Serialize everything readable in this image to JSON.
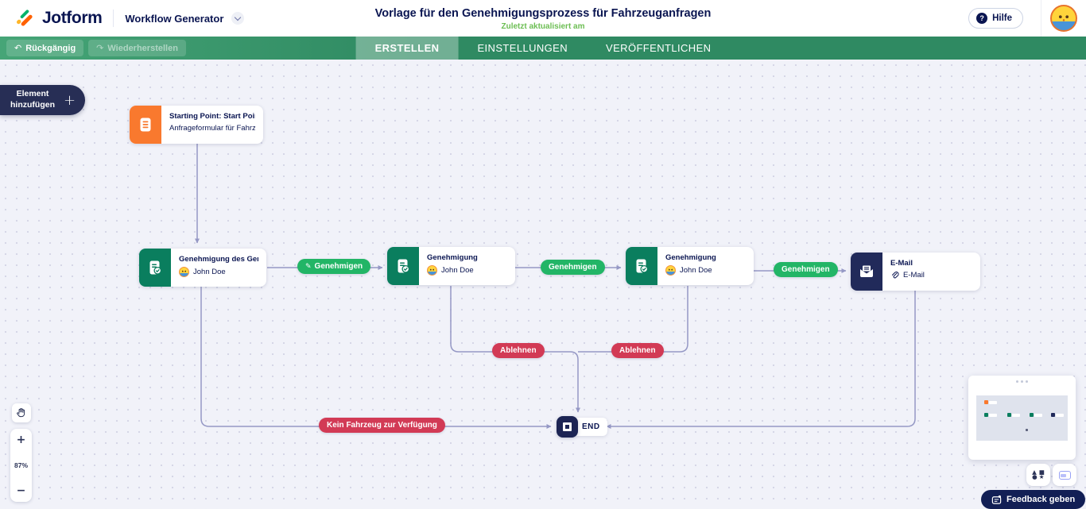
{
  "header": {
    "logo": "Jotform",
    "product": "Workflow Generator",
    "title": "Vorlage für den Genehmigungsprozess für Fahrzeuganfragen",
    "last_updated": "Zuletzt aktualisiert am",
    "help": "Hilfe"
  },
  "toolbar": {
    "undo": "Rückgängig",
    "redo": "Wiederherstellen",
    "tabs": [
      {
        "label": "ERSTELLEN",
        "active": true
      },
      {
        "label": "EINSTELLUNGEN",
        "active": false
      },
      {
        "label": "VERÖFFENTLICHEN",
        "active": false
      }
    ]
  },
  "canvas": {
    "add_element": "Element hinzufügen",
    "zoom_level": "87%",
    "zoom_in": "+",
    "zoom_out": "−",
    "nodes": {
      "start": {
        "title": "Starting Point: Start Point",
        "subtitle": "Anfrageformular für Fahrz..."
      },
      "approval1": {
        "title": "Genehmigung des Genehmig...",
        "assignee": "John Doe"
      },
      "approval2": {
        "title": "Genehmigung",
        "assignee": "John Doe"
      },
      "approval3": {
        "title": "Genehmigung",
        "assignee": "John Doe"
      },
      "email": {
        "title": "E-Mail",
        "link_label": "E-Mail"
      },
      "end": {
        "label": "END"
      }
    },
    "edge_labels": {
      "approve": "Genehmigen",
      "reject": "Ablehnen",
      "no_vehicle": "Kein Fahrzeug zur Verfügung"
    }
  },
  "footer": {
    "feedback": "Feedback geben"
  },
  "colors": {
    "brand_navy": "#0a1551",
    "toolbar_green": "#2f8a62",
    "active_tab_green": "#71b98f",
    "approve_green": "#22b566",
    "reject_red": "#d23a55",
    "node_green": "#0a7e5e",
    "node_orange": "#f9792e",
    "node_navy": "#212a5a",
    "edge_gray": "#9598c5",
    "updated_green": "#6cbe53"
  }
}
